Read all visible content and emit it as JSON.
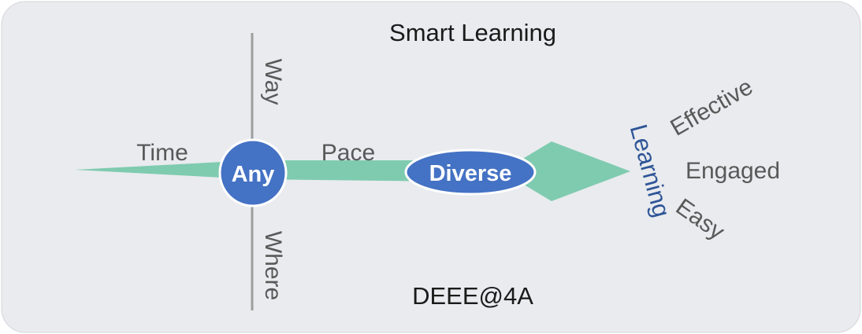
{
  "diagram": {
    "title": "Smart Learning",
    "footer": "DEEE@4A",
    "center_node": "Any",
    "middle_node": "Diverse",
    "axis_labels": {
      "left": "Time",
      "top": "Way",
      "bottom": "Where",
      "mid": "Pace"
    },
    "target": "Learning",
    "outcomes": [
      "Effective",
      "Engaged",
      "Easy"
    ]
  },
  "colors": {
    "background": "#e9ebee",
    "arrow": "#7fcbb0",
    "node_fill": "#4472c4",
    "node_stroke": "#ffffff",
    "axis_line": "#9e9e9e",
    "label_gray": "#595959",
    "learning_blue": "#2f5597"
  }
}
